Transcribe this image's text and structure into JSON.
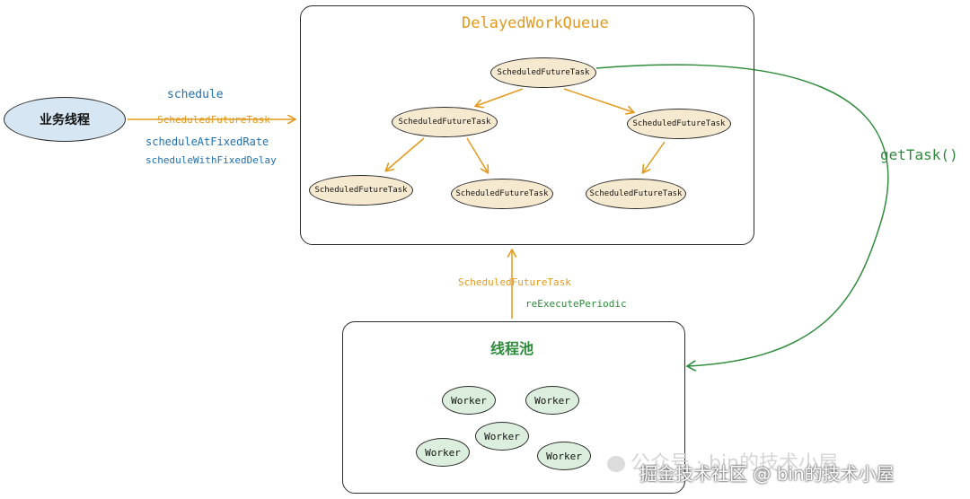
{
  "queue": {
    "title": "DelayedWorkQueue"
  },
  "pool": {
    "title": "线程池"
  },
  "thread": {
    "label": "业务线程"
  },
  "tasks": [
    "ScheduledFutureTask",
    "ScheduledFutureTask",
    "ScheduledFutureTask",
    "ScheduledFutureTask",
    "ScheduledFutureTask",
    "ScheduledFutureTask"
  ],
  "workers": [
    "Worker",
    "Worker",
    "Worker",
    "Worker",
    "Worker"
  ],
  "submit": {
    "method_schedule": "schedule",
    "task_label": "ScheduledFutureTask",
    "method_fixed_rate": "scheduleAtFixedRate",
    "method_fixed_delay": "scheduleWithFixedDelay"
  },
  "requeue": {
    "task_label": "ScheduledFutureTask",
    "method": "reExecutePeriodic"
  },
  "fetch": {
    "label": "getTask()"
  },
  "watermark": {
    "line1": "公众号 · bin的技术小屋",
    "line2": "掘金技术社区 @ bin的技术小屋"
  },
  "colors": {
    "orange": "#e39a1c",
    "green": "#2e8b3c",
    "blue": "#1f6fae",
    "task_fill": "#f5e9d0",
    "worker_fill": "#dceedd",
    "thread_fill": "#d6e6f2"
  }
}
